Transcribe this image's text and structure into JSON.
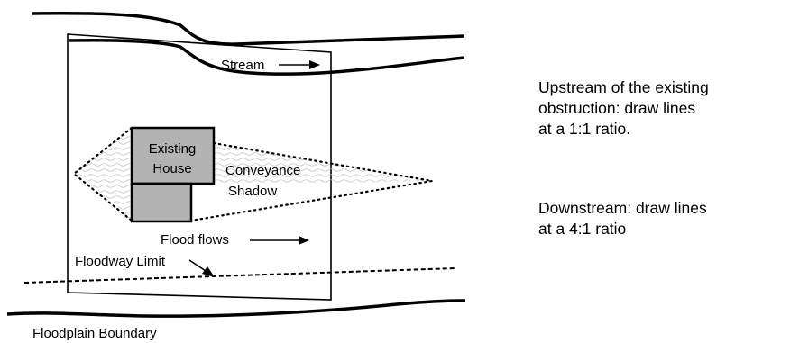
{
  "labels": {
    "stream": "Stream",
    "existing_house_line1": "Existing",
    "existing_house_line2": "House",
    "conveyance_line1": "Conveyance",
    "conveyance_line2": "Shadow",
    "flood_flows": "Flood flows",
    "floodway_limit": "Floodway Limit",
    "floodplain_boundary": "Floodplain Boundary"
  },
  "notes": {
    "upstream": "Upstream of the existing\nobstruction:  draw lines\nat a 1:1 ratio.",
    "downstream": "Downstream:  draw lines\nat a 4:1 ratio"
  },
  "colors": {
    "house_fill": "#b3b3b3",
    "line": "#000000",
    "hatch": "#bdbdbd"
  }
}
